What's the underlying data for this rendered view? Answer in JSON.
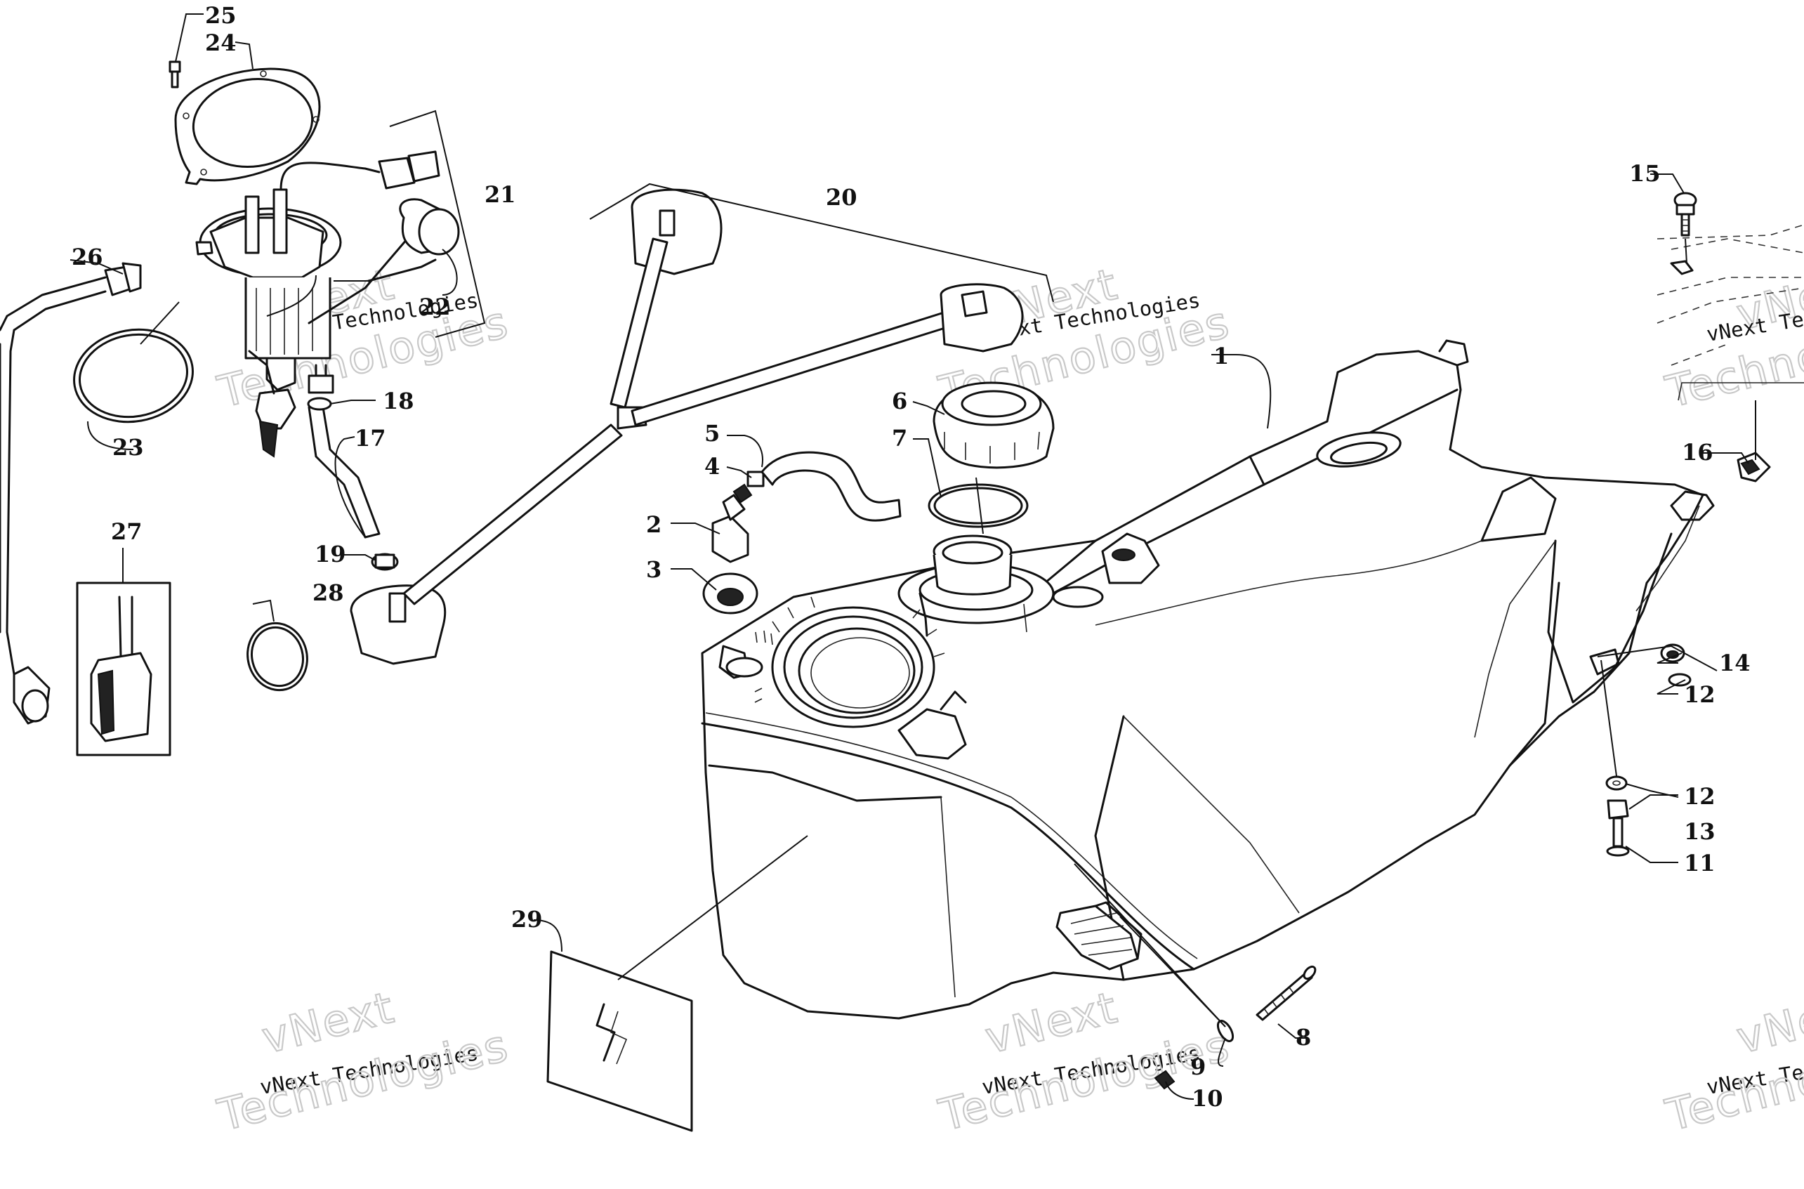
{
  "callouts": [
    {
      "id": "c1",
      "label": "1"
    },
    {
      "id": "c2",
      "label": "2"
    },
    {
      "id": "c3",
      "label": "3"
    },
    {
      "id": "c4",
      "label": "4"
    },
    {
      "id": "c5",
      "label": "5"
    },
    {
      "id": "c6",
      "label": "6"
    },
    {
      "id": "c7",
      "label": "7"
    },
    {
      "id": "c8",
      "label": "8"
    },
    {
      "id": "c9",
      "label": "9"
    },
    {
      "id": "c10",
      "label": "10"
    },
    {
      "id": "c11",
      "label": "11"
    },
    {
      "id": "c12a",
      "label": "12"
    },
    {
      "id": "c12b",
      "label": "12"
    },
    {
      "id": "c13",
      "label": "13"
    },
    {
      "id": "c14",
      "label": "14"
    },
    {
      "id": "c15",
      "label": "15"
    },
    {
      "id": "c16",
      "label": "16"
    },
    {
      "id": "c17",
      "label": "17"
    },
    {
      "id": "c18",
      "label": "18"
    },
    {
      "id": "c19",
      "label": "19"
    },
    {
      "id": "c20",
      "label": "20"
    },
    {
      "id": "c21",
      "label": "21"
    },
    {
      "id": "c22",
      "label": "22"
    },
    {
      "id": "c23",
      "label": "23"
    },
    {
      "id": "c24",
      "label": "24"
    },
    {
      "id": "c25",
      "label": "25"
    },
    {
      "id": "c26",
      "label": "26"
    },
    {
      "id": "c27",
      "label": "27"
    },
    {
      "id": "c28",
      "label": "28"
    },
    {
      "id": "c29",
      "label": "29"
    }
  ],
  "watermark": {
    "brand": "vNext",
    "line_small": "vNext Technologies",
    "line_big": "Technologies"
  }
}
